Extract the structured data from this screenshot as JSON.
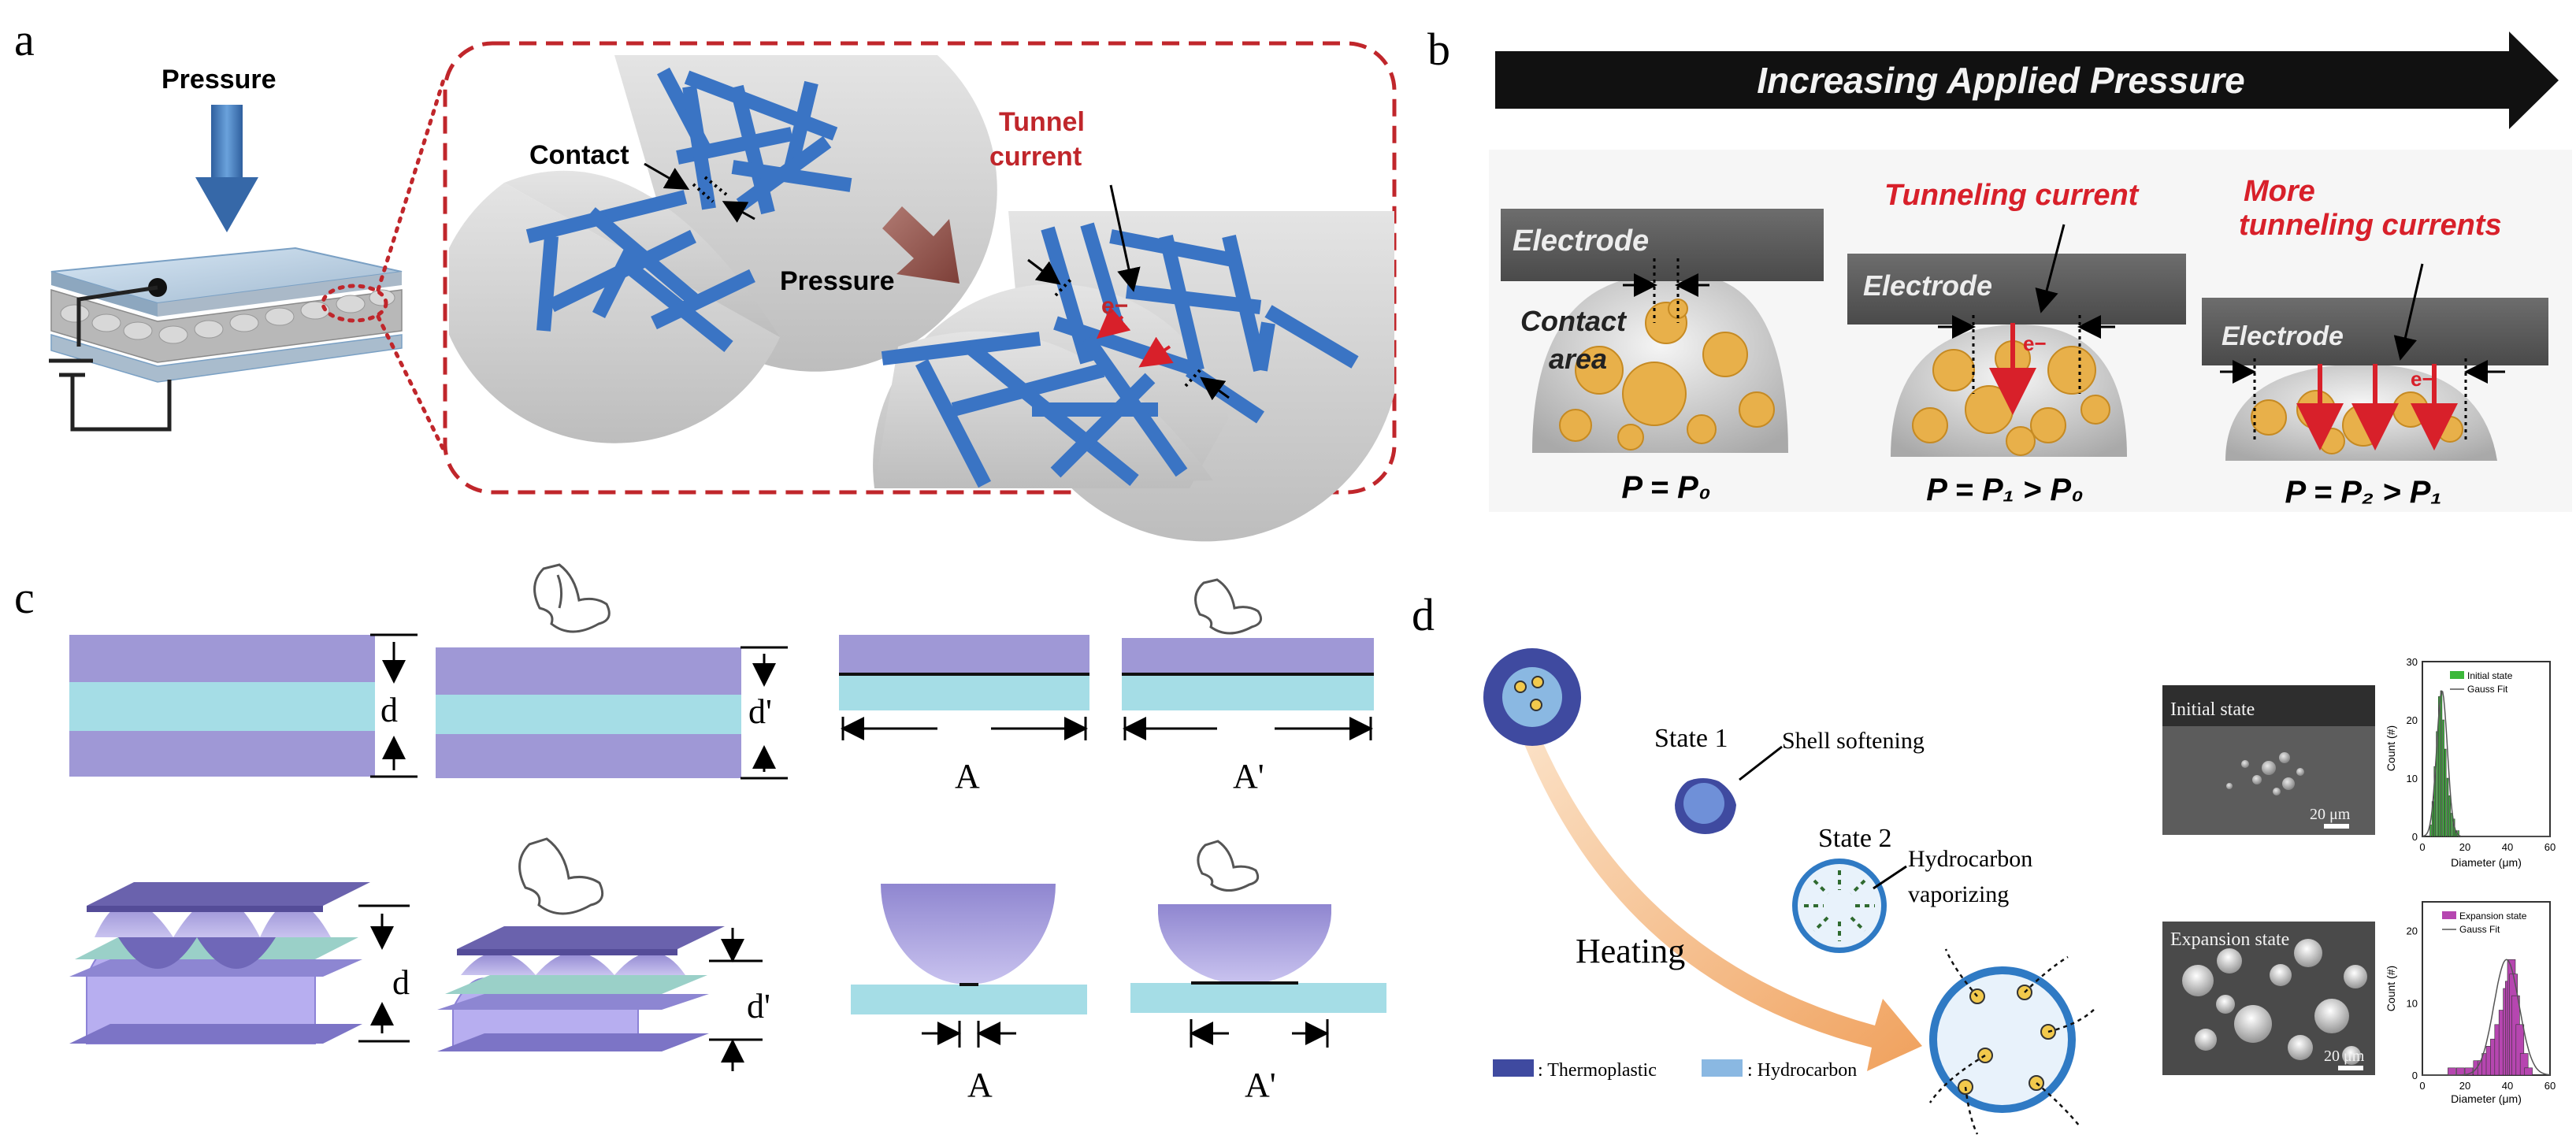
{
  "panels": {
    "a": {
      "letter": "a",
      "pressure_label": "Pressure",
      "contact_label": "Contact",
      "pressure_label_zoom": "Pressure",
      "tunnel_label_line1": "Tunnel",
      "tunnel_label_line2": "current",
      "electron_label": "e−",
      "colors": {
        "fiber": "#3a74c4",
        "grain": "#c8c8c8",
        "callout": "#c0262b"
      }
    },
    "b": {
      "letter": "b",
      "banner": "Increasing Applied Pressure",
      "electrode_label": "Electrode",
      "contact_area_line1": "Contact",
      "contact_area_line2": "area",
      "tunneling_label": "Tunneling current",
      "more_tunneling_line1": "More",
      "more_tunneling_line2": "tunneling currents",
      "electron_label": "e−",
      "p0": "P = P₀",
      "p1": "P = P₁ > P₀",
      "p2": "P = P₂ > P₁",
      "colors": {
        "electrode": "#5a5a5a",
        "particle": "#e8b04a",
        "current": "#d8202a"
      }
    },
    "c": {
      "letter": "c",
      "d": "d",
      "d_prime": "d'",
      "a": "A",
      "a_prime": "A'",
      "colors": {
        "dielectric": "#9f98d6",
        "electrode": "#a5dde6"
      }
    },
    "d": {
      "letter": "d",
      "state1": "State 1",
      "shell_softening": "Shell softening",
      "state2": "State 2",
      "hydrocarbon_line1": "Hydrocarbon",
      "hydrocarbon_line2": "vaporizing",
      "heating": "Heating",
      "legend_thermo": ": Thermoplastic",
      "legend_hydro": ": Hydrocarbon",
      "sem_initial": "Initial state",
      "sem_expansion": "Expansion state",
      "scale_bar": "20 μm",
      "hist1_legend_a": "Initial state",
      "hist1_legend_b": "Gauss Fit",
      "hist2_legend_a": "Expansion state",
      "hist2_legend_b": "Gauss Fit",
      "count_label": "Count (#)",
      "diameter_label": "Diameter (μm)",
      "hist1_yticks": [
        "0",
        "10",
        "20",
        "30"
      ],
      "hist2_yticks": [
        "0",
        "10",
        "20"
      ],
      "xticks": [
        "0",
        "20",
        "40",
        "60"
      ],
      "colors": {
        "thermoplastic": "#3f4aa0",
        "hydrocarbon": "#8ab8e2",
        "heating": "#f0a96a",
        "hist1": "#3cb83a",
        "hist2": "#b646b0"
      }
    }
  },
  "chart_data": [
    {
      "type": "bar",
      "xlabel": "Diameter (μm)",
      "ylabel": "Count (#)",
      "xlim": [
        0,
        60
      ],
      "ylim": [
        0,
        30
      ],
      "series": [
        {
          "name": "Initial state",
          "x": [
            4,
            5,
            6,
            7,
            8,
            9,
            10,
            11,
            12,
            13,
            14,
            15,
            16,
            17
          ],
          "values": [
            2,
            6,
            12,
            18,
            24,
            25,
            20,
            15,
            10,
            7,
            4,
            3,
            1,
            1
          ]
        }
      ]
    },
    {
      "type": "bar",
      "xlabel": "Diameter (μm)",
      "ylabel": "Count (#)",
      "xlim": [
        0,
        60
      ],
      "ylim": [
        0,
        24
      ],
      "series": [
        {
          "name": "Expansion state",
          "x": [
            14,
            18,
            22,
            26,
            28,
            30,
            32,
            34,
            36,
            38,
            40,
            41,
            42,
            43,
            44,
            46,
            48,
            50
          ],
          "values": [
            1,
            1,
            1,
            2,
            2,
            3,
            4,
            5,
            7,
            9,
            12,
            13,
            16,
            14,
            11,
            7,
            3,
            1
          ]
        }
      ]
    }
  ]
}
